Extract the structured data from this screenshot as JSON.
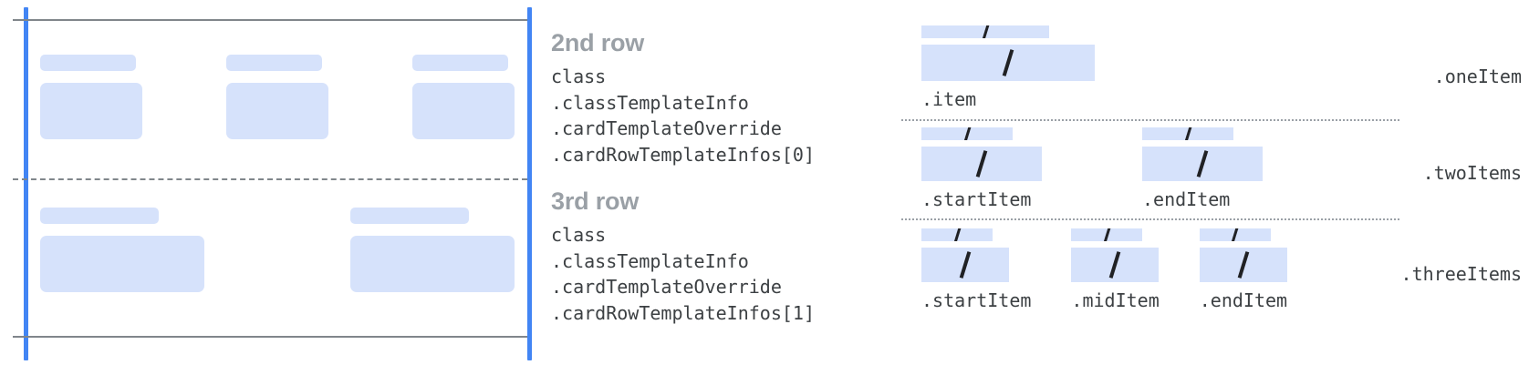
{
  "left_diagram": {
    "guides": {
      "left_guide_label": "left-margin-guide",
      "right_guide_label": "right-margin-guide",
      "accent_color": "#4285f4",
      "rule_color": "#80868b",
      "placeholder_color": "#d6e2fb"
    },
    "rows": [
      {
        "name": "second-row",
        "columns": [
          {
            "bar": "",
            "box": ""
          },
          {
            "bar": "",
            "box": ""
          },
          {
            "bar": "",
            "box": ""
          }
        ]
      },
      {
        "name": "third-row",
        "columns": [
          {
            "bar": "",
            "box": ""
          },
          {
            "bar": "",
            "box": ""
          }
        ]
      }
    ]
  },
  "annotations": [
    {
      "heading": "2nd row",
      "path_lines": [
        "class",
        ".classTemplateInfo",
        ".cardTemplateOverride",
        ".cardRowTemplateInfos[0]"
      ]
    },
    {
      "heading": "3rd row",
      "path_lines": [
        "class",
        ".classTemplateInfo",
        ".cardTemplateOverride",
        ".cardRowTemplateInfos[1]"
      ]
    }
  ],
  "right_diagram": {
    "variants": [
      {
        "name": ".oneItem",
        "items": [
          {
            "label": ".item"
          }
        ]
      },
      {
        "name": ".twoItems",
        "items": [
          {
            "label": ".startItem"
          },
          {
            "label": ".endItem"
          }
        ]
      },
      {
        "name": ".threeItems",
        "items": [
          {
            "label": ".startItem"
          },
          {
            "label": ".midItem"
          },
          {
            "label": ".endItem"
          }
        ]
      }
    ]
  }
}
